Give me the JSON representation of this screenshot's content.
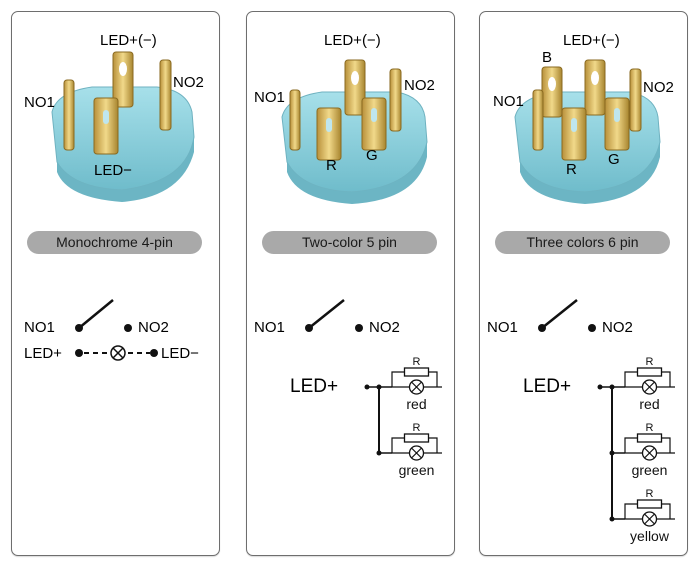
{
  "panels": [
    {
      "title": "Monochrome 4-pin",
      "photo_labels": {
        "top": "LED+(−)",
        "left": "NO1",
        "right": "NO2",
        "bottom": "LED−"
      },
      "schematic": {
        "no1": "NO1",
        "no2": "NO2",
        "led_plus": "LED+",
        "led_minus": "LED−"
      }
    },
    {
      "title": "Two-color 5 pin",
      "photo_labels": {
        "top": "LED+(−)",
        "left": "NO1",
        "right": "NO2",
        "r": "R",
        "g": "G"
      },
      "schematic": {
        "no1": "NO1",
        "no2": "NO2",
        "led_plus": "LED+",
        "resistor": "R",
        "branches": [
          "red",
          "green"
        ]
      }
    },
    {
      "title": "Three colors 6 pin",
      "photo_labels": {
        "top": "LED+(−)",
        "b": "B",
        "left": "NO1",
        "right": "NO2",
        "r": "R",
        "g": "G"
      },
      "schematic": {
        "no1": "NO1",
        "no2": "NO2",
        "led_plus": "LED+",
        "resistor": "R",
        "branches": [
          "red",
          "green",
          "yellow"
        ]
      }
    }
  ],
  "colors": {
    "body": "#8fd0dc",
    "pin": "#d9b45a",
    "pill": "#a9a9a9",
    "border": "#6e6e6e"
  }
}
